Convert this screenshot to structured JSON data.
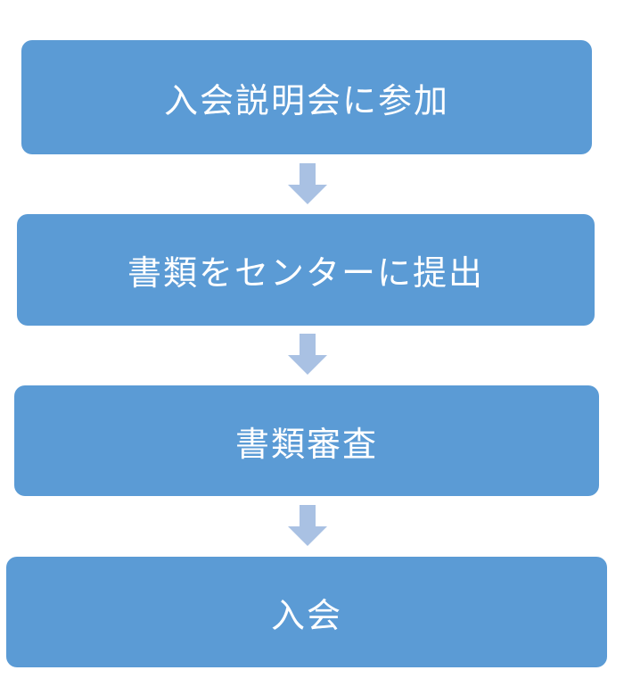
{
  "flow": {
    "steps": [
      {
        "label": "入会説明会に参加"
      },
      {
        "label": "書類をセンターに提出"
      },
      {
        "label": "書類審査"
      },
      {
        "label": "入会"
      }
    ],
    "colors": {
      "box": "#5b9bd5",
      "arrow": "#a9c1e3",
      "text": "#ffffff"
    }
  }
}
